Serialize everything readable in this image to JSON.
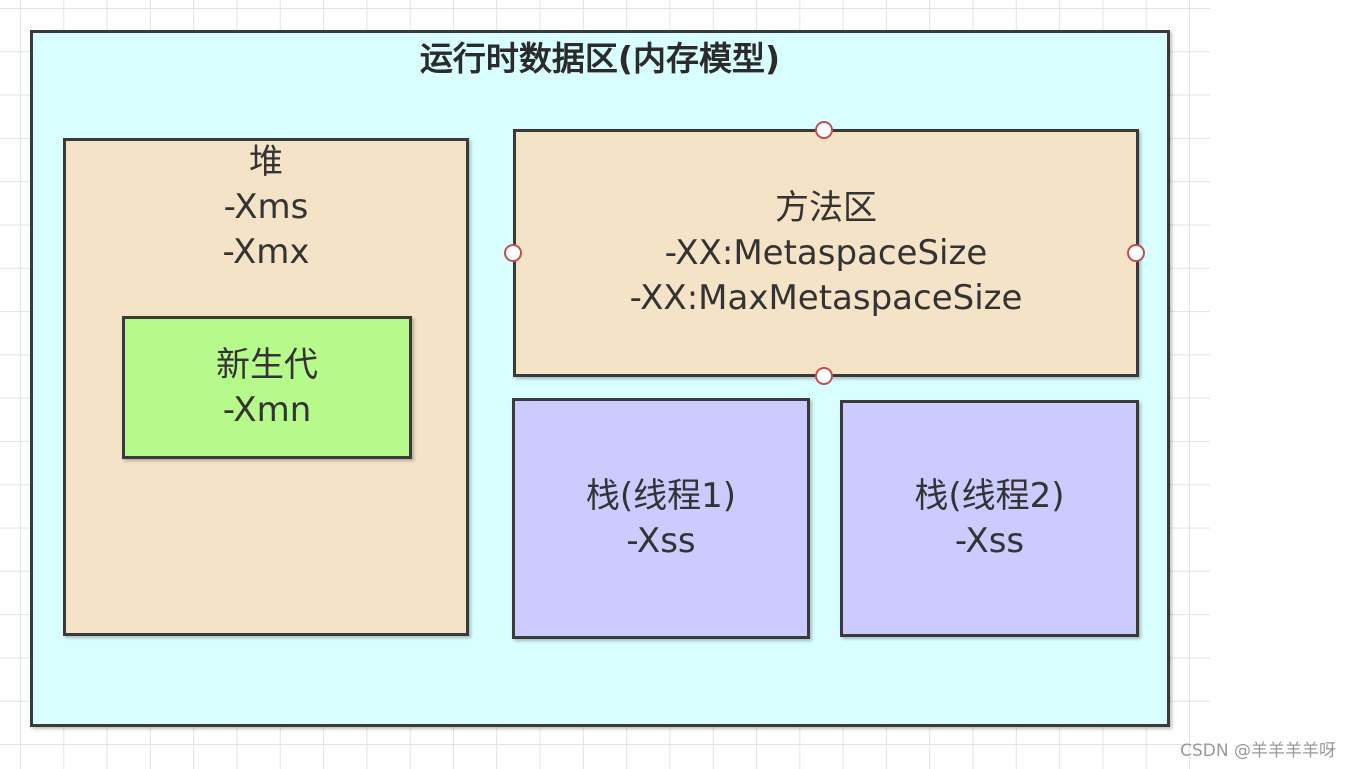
{
  "diagram": {
    "title": "运行时数据区(内存模型)",
    "heap": {
      "line1": "堆",
      "line2": "-Xms",
      "line3": "-Xmx"
    },
    "young_gen": {
      "line1": "新生代",
      "line2": "-Xmn"
    },
    "method_area": {
      "line1": "方法区",
      "line2": "-XX:MetaspaceSize",
      "line3": "-XX:MaxMetaspaceSize"
    },
    "stack1": {
      "line1": "栈(线程1)",
      "line2": "-Xss"
    },
    "stack2": {
      "line1": "栈(线程2)",
      "line2": "-Xss"
    }
  },
  "watermark": "CSDN @羊羊羊羊呀",
  "colors": {
    "outer_fill": "#d9feff",
    "heap_fill": "#f5e3c7",
    "young_fill": "#b6fa8c",
    "stack_fill": "#cbcbff",
    "border": "#3a3a3a",
    "handle_border": "#c0504d"
  }
}
